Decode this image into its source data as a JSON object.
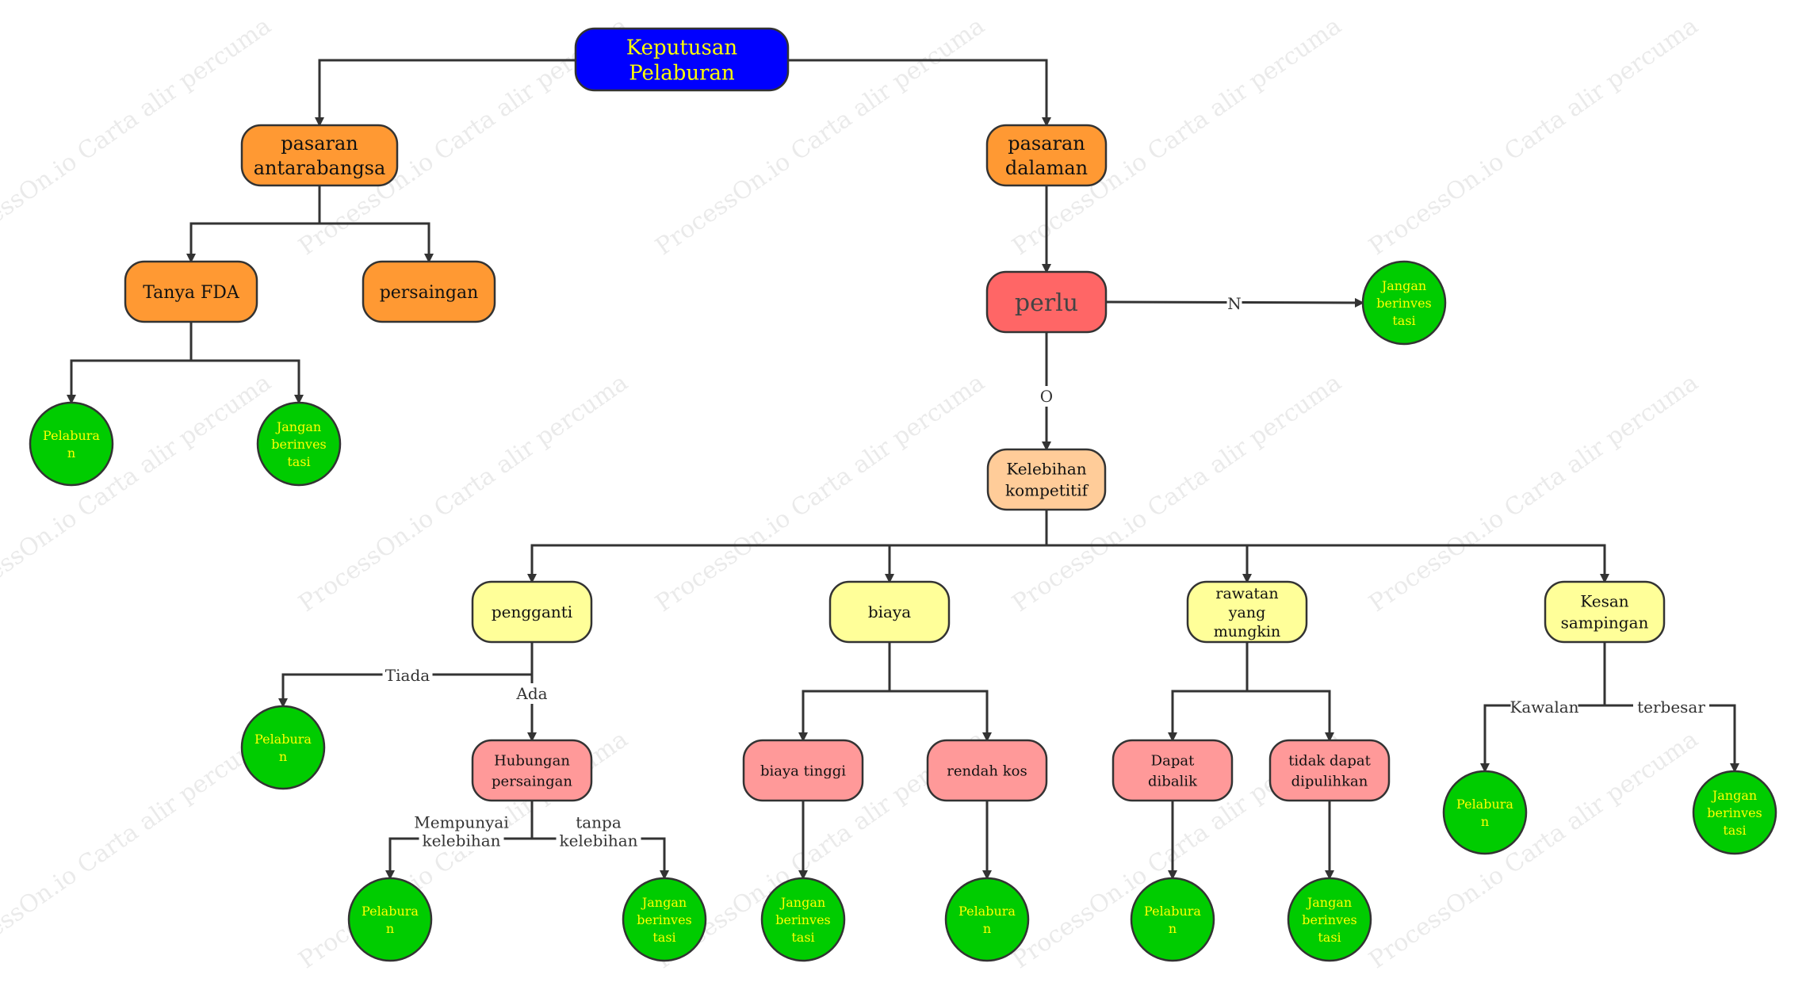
{
  "watermark": "ProcessOn.io Carta alir percuma",
  "colors": {
    "blue": "#0000ff",
    "orange": "#ff9933",
    "red": "#ff6666",
    "peach": "#ffcc99",
    "yellow": "#ffff99",
    "pink": "#ff9999",
    "green": "#00cc00",
    "greenText": "#ffff00",
    "rootText": "#ffff00",
    "darkText": "#111111",
    "stroke": "#333333"
  },
  "nodes": [
    {
      "id": "root",
      "lines": [
        "Keputusan",
        "Pelaburan"
      ],
      "fill": "blue"
    },
    {
      "id": "intl",
      "lines": [
        "pasaran",
        "antarabangsa"
      ],
      "fill": "orange"
    },
    {
      "id": "dom",
      "lines": [
        "pasaran",
        "dalaman"
      ],
      "fill": "orange"
    },
    {
      "id": "fda",
      "lines": [
        "Tanya FDA"
      ],
      "fill": "orange"
    },
    {
      "id": "pers",
      "lines": [
        "persaingan"
      ],
      "fill": "orange"
    },
    {
      "id": "fda_yes",
      "lines": [
        "Pelabura",
        "n"
      ],
      "fill": "green"
    },
    {
      "id": "fda_no",
      "lines": [
        "Jangan",
        "berinves",
        "tasi"
      ],
      "fill": "green"
    },
    {
      "id": "perlu",
      "lines": [
        "perlu"
      ],
      "fill": "red"
    },
    {
      "id": "perlu_no",
      "lines": [
        "Jangan",
        "berinves",
        "tasi"
      ],
      "fill": "green"
    },
    {
      "id": "keleb",
      "lines": [
        "Kelebihan",
        "kompetitif"
      ],
      "fill": "peach"
    },
    {
      "id": "peng",
      "lines": [
        "pengganti"
      ],
      "fill": "yellow"
    },
    {
      "id": "biaya",
      "lines": [
        "biaya"
      ],
      "fill": "yellow"
    },
    {
      "id": "rawat",
      "lines": [
        "rawatan",
        "yang",
        "mungkin"
      ],
      "fill": "yellow"
    },
    {
      "id": "kesan",
      "lines": [
        "Kesan",
        "sampingan"
      ],
      "fill": "yellow"
    },
    {
      "id": "peng_tiada",
      "lines": [
        "Pelabura",
        "n"
      ],
      "fill": "green"
    },
    {
      "id": "hub",
      "lines": [
        "Hubungan",
        "persaingan"
      ],
      "fill": "pink"
    },
    {
      "id": "hub_yes",
      "lines": [
        "Pelabura",
        "n"
      ],
      "fill": "green"
    },
    {
      "id": "hub_no",
      "lines": [
        "Jangan",
        "berinves",
        "tasi"
      ],
      "fill": "green"
    },
    {
      "id": "btinggi",
      "lines": [
        "biaya tinggi"
      ],
      "fill": "pink"
    },
    {
      "id": "rkos",
      "lines": [
        "rendah kos"
      ],
      "fill": "pink"
    },
    {
      "id": "btinggi_r",
      "lines": [
        "Jangan",
        "berinves",
        "tasi"
      ],
      "fill": "green"
    },
    {
      "id": "rkos_r",
      "lines": [
        "Pelabura",
        "n"
      ],
      "fill": "green"
    },
    {
      "id": "dapat",
      "lines": [
        "Dapat",
        "dibalik"
      ],
      "fill": "pink"
    },
    {
      "id": "tidak",
      "lines": [
        "tidak dapat",
        "dipulihkan"
      ],
      "fill": "pink"
    },
    {
      "id": "dapat_r",
      "lines": [
        "Pelabura",
        "n"
      ],
      "fill": "green"
    },
    {
      "id": "tidak_r",
      "lines": [
        "Jangan",
        "berinves",
        "tasi"
      ],
      "fill": "green"
    },
    {
      "id": "kawal_r",
      "lines": [
        "Pelabura",
        "n"
      ],
      "fill": "green"
    },
    {
      "id": "besar_r",
      "lines": [
        "Jangan",
        "berinves",
        "tasi"
      ],
      "fill": "green"
    }
  ],
  "edge_labels": [
    {
      "id": "lbl_N",
      "lines": [
        "N"
      ]
    },
    {
      "id": "lbl_O",
      "lines": [
        "O"
      ]
    },
    {
      "id": "lbl_tiada",
      "lines": [
        "Tiada"
      ]
    },
    {
      "id": "lbl_ada",
      "lines": [
        "Ada"
      ]
    },
    {
      "id": "lbl_mempunyai",
      "lines": [
        "Mempunyai",
        "kelebihan"
      ]
    },
    {
      "id": "lbl_tanpa",
      "lines": [
        "tanpa",
        "kelebihan"
      ]
    },
    {
      "id": "lbl_kawalan",
      "lines": [
        "Kawalan"
      ]
    },
    {
      "id": "lbl_terbesar",
      "lines": [
        "terbesar"
      ]
    }
  ]
}
